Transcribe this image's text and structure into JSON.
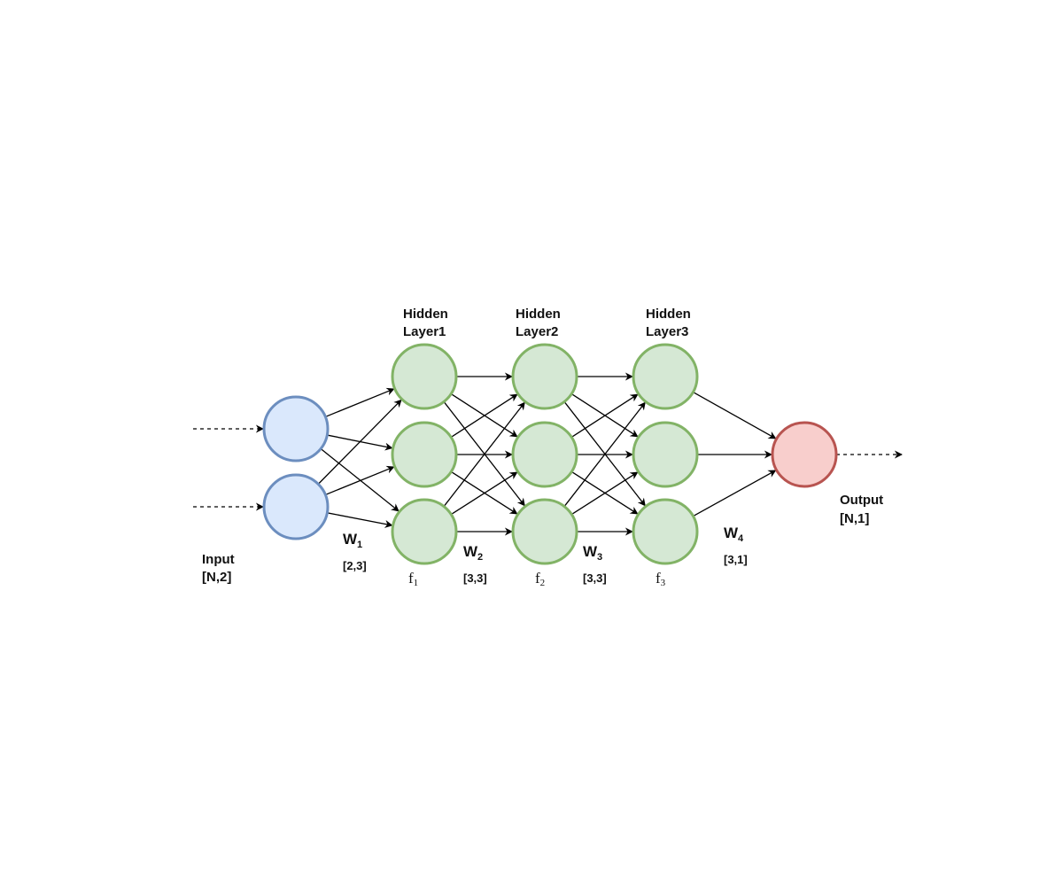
{
  "colors": {
    "input_fill": "#dae8fc",
    "input_stroke": "#6c8ebf",
    "hidden_fill": "#d5e8d4",
    "hidden_stroke": "#82b366",
    "output_fill": "#f8cecc",
    "output_stroke": "#b85450",
    "edge": "#000000"
  },
  "labels": {
    "hidden1": [
      "Hidden",
      "Layer1"
    ],
    "hidden2": [
      "Hidden",
      "Layer2"
    ],
    "hidden3": [
      "Hidden",
      "Layer3"
    ],
    "input": [
      "Input",
      "[N,2]"
    ],
    "output": [
      "Output",
      "[N,1]"
    ]
  },
  "weights": [
    {
      "letter": "W",
      "sub": "1",
      "dim": "[2,3]"
    },
    {
      "letter": "W",
      "sub": "2",
      "dim": "[3,3]"
    },
    {
      "letter": "W",
      "sub": "3",
      "dim": "[3,3]"
    },
    {
      "letter": "W",
      "sub": "4",
      "dim": "[3,1]"
    }
  ],
  "activations": [
    {
      "letter": "f",
      "sub": "1"
    },
    {
      "letter": "f",
      "sub": "2"
    },
    {
      "letter": "f",
      "sub": "3"
    }
  ],
  "network": {
    "layers": [
      {
        "name": "input",
        "size": 2
      },
      {
        "name": "hidden1",
        "size": 3
      },
      {
        "name": "hidden2",
        "size": 3
      },
      {
        "name": "hidden3",
        "size": 3
      },
      {
        "name": "output",
        "size": 1
      }
    ]
  }
}
